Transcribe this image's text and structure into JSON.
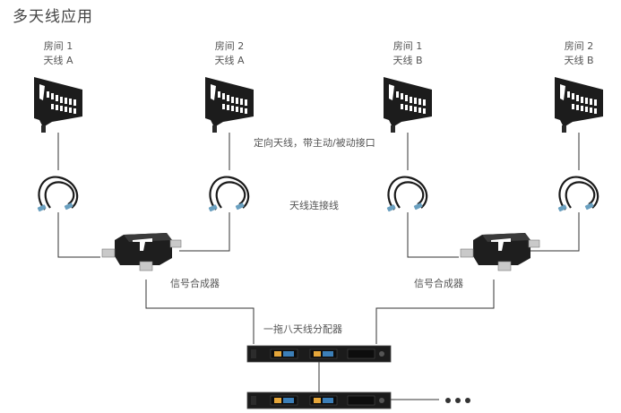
{
  "title": "多天线应用",
  "antennas": [
    {
      "room": "房间 1",
      "antenna": "天线 A"
    },
    {
      "room": "房间 2",
      "antenna": "天线 A"
    },
    {
      "room": "房间 1",
      "antenna": "天线 B"
    },
    {
      "room": "房间 2",
      "antenna": "天线 B"
    }
  ],
  "labels": {
    "directional": "定向天线，带主动/被动接口",
    "cable": "天线连接线",
    "combiner_left": "信号合成器",
    "combiner_right": "信号合成器",
    "distributor": "一拖八天线分配器"
  }
}
